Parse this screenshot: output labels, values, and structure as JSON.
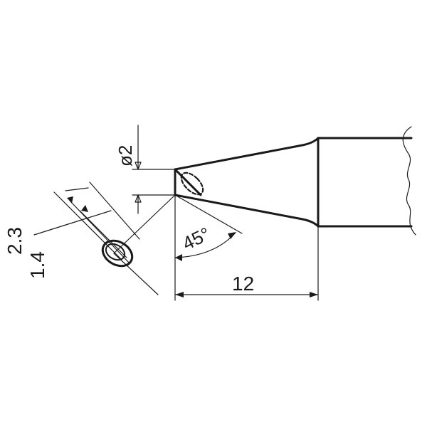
{
  "drawing": {
    "dimensions": {
      "tip_diameter": "ø2",
      "angle": "45°",
      "length": "12",
      "face_width": "2.3",
      "face_inner": "1.4"
    }
  }
}
